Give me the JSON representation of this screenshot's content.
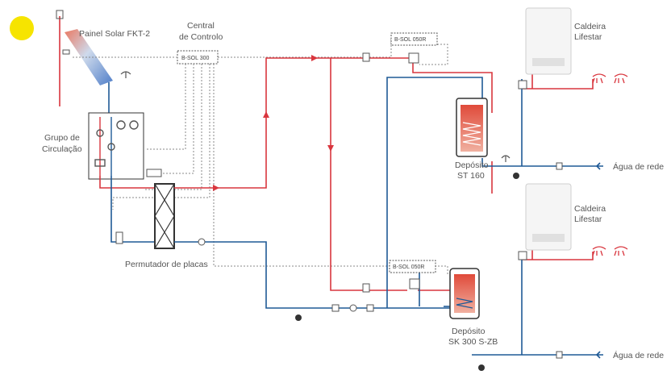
{
  "labels": {
    "solar_panel": "Painel Solar FKT-2",
    "control_central_1": "Central",
    "control_central_2": "de Controlo",
    "control_unit": "B-SOL 300",
    "circulation_group_1": "Grupo de",
    "circulation_group_2": "Circulação",
    "plate_exchanger": "Permutador de placas",
    "valve_unit_top": "B-SOL 050R",
    "valve_unit_bottom": "B-SOL 050R",
    "tank_top_1": "Depósito",
    "tank_top_2": "ST 160",
    "tank_bottom_1": "Depósito",
    "tank_bottom_2": "SK 300 S-ZB",
    "boiler_top_1": "Caldeira",
    "boiler_top_2": "Lifestar",
    "boiler_bottom_1": "Caldeira",
    "boiler_bottom_2": "Lifestar",
    "water_inlet_top": "Água de rede",
    "water_inlet_bottom": "Água de rede"
  },
  "colors": {
    "hot_pipe": "#d9363e",
    "cold_pipe": "#1f5a96",
    "control_wire": "#8a8a8a",
    "sun": "#f6e400"
  }
}
